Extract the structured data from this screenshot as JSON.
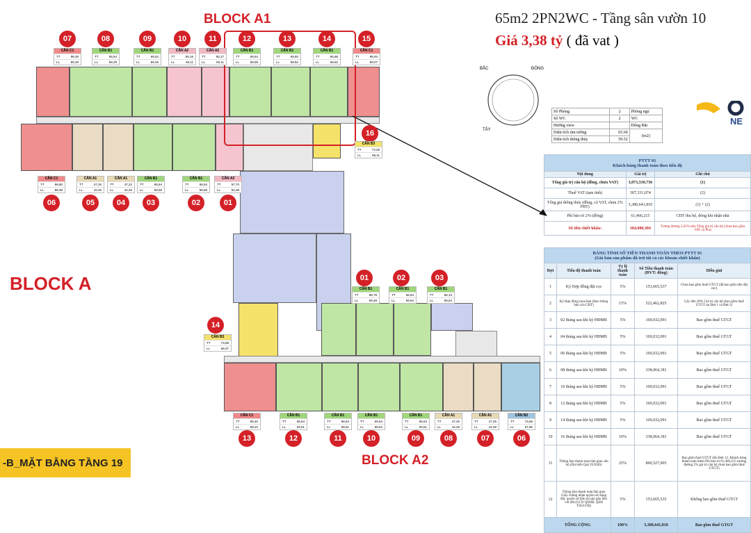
{
  "header": {
    "title": "65m2 2PN2WC - Tầng sân vườn 10",
    "price_prefix": "Giá ",
    "price_value": "3,38 tỷ",
    "price_suffix": " ( đã vat )"
  },
  "blocks": {
    "a1": "BLOCK A1",
    "a": "BLOCK A",
    "a2": "BLOCK A2"
  },
  "floor_label": "-B_MẶT BẰNG TẦNG 19",
  "compass": {
    "north": "BẮC",
    "east": "ĐÔNG",
    "west": "TÂY"
  },
  "spec": {
    "rows": [
      {
        "k": "Số Phòng",
        "v": "2",
        "u": "Phòng ngủ"
      },
      {
        "k": "Số WC",
        "v": "2",
        "u": "WC"
      },
      {
        "k": "Hướng view",
        "v": "",
        "u": "Đông Bắc"
      },
      {
        "k": "Diện tích tim tường",
        "v": "65.60",
        "u": "(m2)"
      },
      {
        "k": "Diện tích thông thủy",
        "v": "59.52",
        "u": ""
      }
    ]
  },
  "pttt": {
    "title": "PTTT 01",
    "subtitle": "Khách hàng thanh toán theo tiến độ",
    "headers": [
      "Nội dung",
      "Giá trị",
      "Ghi chú"
    ],
    "rows": [
      {
        "a": "Tổng giá trị căn hộ (đồng, chưa VAT)",
        "b": "3,073,310,736",
        "c": "(1)"
      },
      {
        "a": "Thuế VAT (tạm tính)",
        "b": "307,331,074",
        "c": "(2)"
      },
      {
        "a": "Tổng giá thông thủy (đồng, có VAT, chưa 2% PBT)",
        "b": "3,380,641,810",
        "c": "(1) + (2)"
      },
      {
        "a": "Phí bảo trì 2% (đồng)",
        "b": "61,466,215",
        "c": "CĐT thu hộ, đóng khi nhận nhà"
      },
      {
        "a": "Số tiền chiết khấu:",
        "b": "184,080,304",
        "c": "Tương đương 5,65% trên Tổng giá trị căn hộ (chưa bao gồm VAT và Phí)"
      }
    ]
  },
  "schedule": {
    "title": "BẢNG TÍNH SỐ TIỀN THANH TOÁN THEO PTTT 01",
    "subtitle": "(Giá bán sản phẩm đã trừ tất cả các khoản chiết khấu)",
    "headers": [
      "Đợt",
      "Tiến độ thanh toán",
      "Tỷ lệ thanh toán",
      "Số Tiền thanh toán (ĐVT: đồng)",
      "Diễn giải"
    ],
    "rows": [
      {
        "n": "1",
        "d": "Ký Hợp đồng đặt cọc",
        "p": "5%",
        "a": "153,665,537",
        "e": "Chưa bao gồm thuế GTGT (đã bao gồm tiền đặt cọc)"
      },
      {
        "n": "2",
        "d": "Ký Hợp đồng mua bán (theo thông báo của CĐT)",
        "p": "15%",
        "a": "522,462,825",
        "e": "Lấy tiền 20% Giá trị căn hộ (bao gồm thuế GTGT tại Đợt 1 và Đợt 2)"
      },
      {
        "n": "3",
        "d": "02 tháng sau khi ký HĐMB",
        "p": "5%",
        "a": "169,032,091",
        "e": "Bao gồm thuế GTGT"
      },
      {
        "n": "4",
        "d": "04 tháng sau khi ký HĐMB",
        "p": "5%",
        "a": "169,032,091",
        "e": "Bao gồm thuế GTGT"
      },
      {
        "n": "5",
        "d": "06 tháng sau khi ký HĐMB",
        "p": "5%",
        "a": "169,032,091",
        "e": "Bao gồm thuế GTGT"
      },
      {
        "n": "6",
        "d": "08 tháng sau khi ký HĐMB",
        "p": "10%",
        "a": "338,064,181",
        "e": "Bao gồm thuế GTGT"
      },
      {
        "n": "7",
        "d": "10 tháng sau khi ký HĐMB",
        "p": "5%",
        "a": "169,032,091",
        "e": "Bao gồm thuế GTGT"
      },
      {
        "n": "8",
        "d": "12 tháng sau khi ký HĐMB",
        "p": "5%",
        "a": "169,032,091",
        "e": "Bao gồm thuế GTGT"
      },
      {
        "n": "9",
        "d": "14 tháng sau khi ký HĐMB",
        "p": "5%",
        "a": "169,032,091",
        "e": "Bao gồm thuế GTGT"
      },
      {
        "n": "10",
        "d": "16 tháng sau khi ký HĐMB",
        "p": "10%",
        "a": "338,064,181",
        "e": "Bao gồm thuế GTGT"
      },
      {
        "n": "11",
        "d": "Thông báo thanh toán bàn giao căn hộ (Dự kiến Quý II/2026)",
        "p": "25%",
        "a": "860,527,005",
        "e": "Bao gồm thuế GTGT tiền Đợt 12. Khách hàng thanh toán thêm Phí bảo trì 61,466,215 (tương đương 2% giá trị căn hộ chưa bao gồm thuế GTGT)"
      },
      {
        "n": "12",
        "d": "Thông báo thanh toán bàn giao Giấy chứng nhận quyền sử dụng đất, quyền sở hữu tài sản gắn liền với đất (GCN QSDĐ, QSH TSGLVĐ)",
        "p": "5%",
        "a": "153,665,535",
        "e": "Không bao gồm thuế GTGT"
      }
    ],
    "total": {
      "label": "TỔNG CỘNG",
      "p": "100%",
      "a": "3,380,641,810",
      "e": "Bao gồm thuế GTGT"
    }
  },
  "top_numbers": [
    "07",
    "08",
    "09",
    "10",
    "11",
    "12",
    "13",
    "14",
    "15"
  ],
  "top_tags": [
    {
      "t": "CĂN C1",
      "tt": "98,48",
      "ll": "89,28"
    },
    {
      "t": "CĂN B1",
      "tt": "65,54",
      "ll": "58,29"
    },
    {
      "t": "CĂN B1",
      "tt": "65,54",
      "ll": "59,45"
    },
    {
      "t": "CĂN A2",
      "tt": "56,16",
      "ll": "50,11"
    },
    {
      "t": "CĂN A2",
      "tt": "55,17",
      "ll": "50,11"
    },
    {
      "t": "CĂN B1",
      "tt": "65,54",
      "ll": "59,59"
    },
    {
      "t": "CĂN B1",
      "tt": "65,60",
      "ll": "59,52"
    },
    {
      "t": "CĂN B1",
      "tt": "65,68",
      "ll": "59,62"
    },
    {
      "t": "CĂN C1",
      "tt": "96,94",
      "ll": "89,07"
    }
  ],
  "mid_numbers": [
    "06",
    "05",
    "04",
    "03",
    "02",
    "01"
  ],
  "mid_tags": [
    {
      "t": "CĂN C1",
      "tt": "98,80",
      "ll": "89,36"
    },
    {
      "t": "CĂN A1",
      "tt": "47,25",
      "ll": "42,26"
    },
    {
      "t": "CĂN A1",
      "tt": "47,22",
      "ll": "42,26"
    },
    {
      "t": "CĂN B1",
      "tt": "65,54",
      "ll": "59,59"
    },
    {
      "t": "CĂN B1",
      "tt": "65,54",
      "ll": "59,59"
    },
    {
      "t": "CĂN A3",
      "tt": "57,70",
      "ll": "52,38"
    }
  ],
  "tag16": {
    "n": "16",
    "t": "CĂN B3",
    "tt": "73,28",
    "ll": "66,11"
  },
  "a2_top_numbers": [
    "01",
    "02",
    "03"
  ],
  "a2_top_tags": [
    {
      "t": "CĂN B1",
      "tt": "65,78",
      "ll": "59,48"
    },
    {
      "t": "CĂN B1",
      "tt": "65,54",
      "ll": "59,54"
    },
    {
      "t": "CĂN B1",
      "tt": "65,13",
      "ll": "59,54"
    }
  ],
  "tag14": {
    "n": "14",
    "t": "CĂN B3",
    "tt": "73,69",
    "ll": "66,07"
  },
  "a2_bottom_numbers": [
    "13",
    "12",
    "11",
    "10",
    "09",
    "08",
    "07",
    "06"
  ],
  "a2_bottom_tags": [
    {
      "t": "CĂN C1",
      "tt": "98,40",
      "ll": "89,22"
    },
    {
      "t": "CĂN B1",
      "tt": "65,54",
      "ll": "59,51"
    },
    {
      "t": "CĂN B1",
      "tt": "66,54",
      "ll": "59,51"
    },
    {
      "t": "CĂN B1",
      "tt": "65,54",
      "ll": "59,54"
    },
    {
      "t": "CĂN B1",
      "tt": "65,54",
      "ll": "59,51"
    },
    {
      "t": "CĂN A1",
      "tt": "47,25",
      "ll": "42,28"
    },
    {
      "t": "CĂN A1",
      "tt": "47,25",
      "ll": "42,28"
    },
    {
      "t": "CĂN B2",
      "tt": "74,68",
      "ll": "67,86"
    }
  ],
  "tag_labels": {
    "tt": "TT",
    "ll": "LL"
  }
}
